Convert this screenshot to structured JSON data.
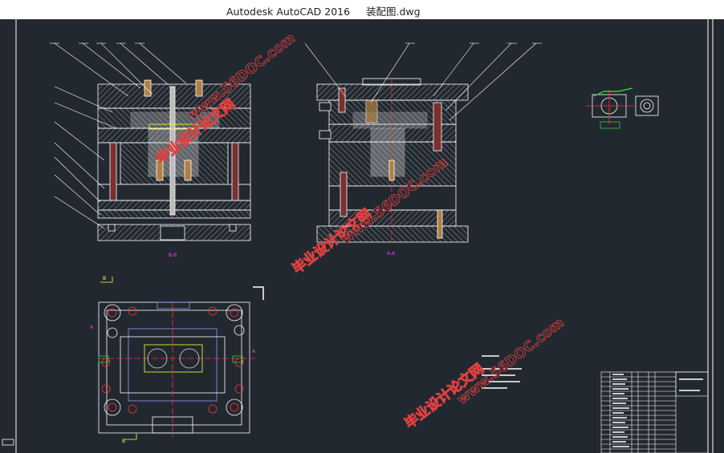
{
  "window": {
    "app_name": "Autodesk AutoCAD 2016",
    "file_name": "装配图.dwg"
  },
  "drawing": {
    "section_bb": "B-B",
    "section_aa": "A-A",
    "section_arrow_left": "A",
    "section_arrow_right": "A",
    "section_arrow_top": "B",
    "section_arrow_bottom": "B"
  },
  "watermark": {
    "site_text": "www.56DOC.com",
    "cn_text": "毕业设计论文网"
  },
  "colors": {
    "background": "#212830",
    "lines": "#ffffff",
    "centerline": "#ff3333",
    "highlight_yellow": "#ffff33",
    "green": "#33cc33",
    "magenta": "#ff33ff",
    "watermark": "#e04040"
  }
}
